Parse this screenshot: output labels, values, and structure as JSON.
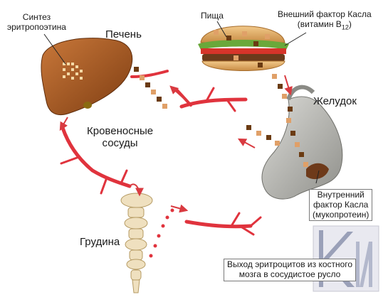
{
  "labels": {
    "synthesis_line1": "Синтез",
    "synthesis_line2": "эритропоэтина",
    "liver": "Печень",
    "food": "Пища",
    "extrinsic_line1": "Внешний фактор Касла",
    "extrinsic_line2_pre": "(витамин В",
    "extrinsic_line2_sub": "12",
    "extrinsic_line2_post": ")",
    "stomach": "Желудок",
    "vessels_line1": "Кровеносные",
    "vessels_line2": "сосуды",
    "intrinsic_line1": "Внутренний",
    "intrinsic_line2": "фактор Касла",
    "intrinsic_line3": "(мукопротеин)",
    "sternum": "Грудина",
    "exit_line1": "Выход эритроцитов из костного",
    "exit_line2": "мозга в сосудистое русло"
  },
  "logo": {
    "letters": "КИМ"
  },
  "colors": {
    "vessel": "#e0333d",
    "arrow": "#d93a40",
    "liver": "#a6581f",
    "stomach": "#b9b9b5",
    "bone": "#efe0bf",
    "square_dark": "#6b3b12",
    "square_light": "#e0a068"
  }
}
